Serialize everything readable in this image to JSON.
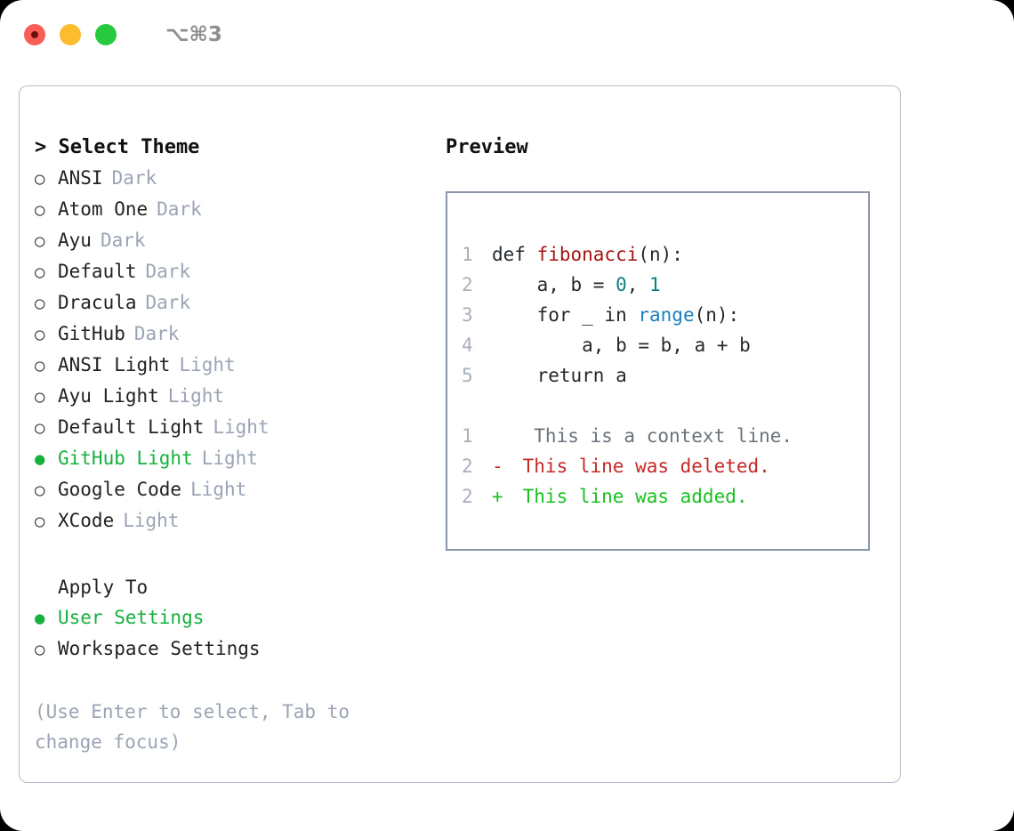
{
  "window": {
    "shortcut": "⌥⌘3",
    "traffic_lights": [
      "close",
      "minimize",
      "maximize"
    ],
    "colors": {
      "close": "#fa5d55",
      "minimize": "#fdbc2e",
      "maximize": "#27c93f",
      "accent_green": "#16b13f",
      "muted": "#9aa4b4",
      "border": "#b3bcc9",
      "preview_border": "#8b96a8"
    }
  },
  "theme_panel": {
    "title": "> Select Theme",
    "items": [
      {
        "bullet": "○",
        "name": "ANSI",
        "variant": "Dark",
        "selected": false
      },
      {
        "bullet": "○",
        "name": "Atom One",
        "variant": "Dark",
        "selected": false
      },
      {
        "bullet": "○",
        "name": "Ayu",
        "variant": "Dark",
        "selected": false
      },
      {
        "bullet": "○",
        "name": "Default",
        "variant": "Dark",
        "selected": false
      },
      {
        "bullet": "○",
        "name": "Dracula",
        "variant": "Dark",
        "selected": false
      },
      {
        "bullet": "○",
        "name": "GitHub",
        "variant": "Dark",
        "selected": false
      },
      {
        "bullet": "○",
        "name": "ANSI Light",
        "variant": "Light",
        "selected": false
      },
      {
        "bullet": "○",
        "name": "Ayu Light",
        "variant": "Light",
        "selected": false
      },
      {
        "bullet": "○",
        "name": "Default Light",
        "variant": "Light",
        "selected": false
      },
      {
        "bullet": "●",
        "name": "GitHub Light",
        "variant": "Light",
        "selected": true
      },
      {
        "bullet": "○",
        "name": "Google Code",
        "variant": "Light",
        "selected": false
      },
      {
        "bullet": "○",
        "name": "XCode",
        "variant": "Light",
        "selected": false
      }
    ]
  },
  "apply_to": {
    "heading": "Apply To",
    "items": [
      {
        "bullet": "●",
        "name": "User Settings",
        "selected": true
      },
      {
        "bullet": "○",
        "name": "Workspace Settings",
        "selected": false
      }
    ]
  },
  "hint": "(Use Enter to select, Tab to change focus)",
  "preview": {
    "title": "Preview",
    "code_lines": [
      {
        "num": "1",
        "tokens": [
          {
            "t": "def ",
            "c": "plain"
          },
          {
            "t": "fibonacci",
            "c": "fn"
          },
          {
            "t": "(n):",
            "c": "plain"
          }
        ]
      },
      {
        "num": "2",
        "tokens": [
          {
            "t": "    a, b = ",
            "c": "plain"
          },
          {
            "t": "0",
            "c": "num"
          },
          {
            "t": ", ",
            "c": "plain"
          },
          {
            "t": "1",
            "c": "num"
          }
        ]
      },
      {
        "num": "3",
        "tokens": [
          {
            "t": "    for _ in ",
            "c": "plain"
          },
          {
            "t": "range",
            "c": "call"
          },
          {
            "t": "(n):",
            "c": "plain"
          }
        ]
      },
      {
        "num": "4",
        "tokens": [
          {
            "t": "        a, b = b, a + b",
            "c": "plain"
          }
        ]
      },
      {
        "num": "5",
        "tokens": [
          {
            "t": "    return a",
            "c": "plain"
          }
        ]
      }
    ],
    "diff_lines": [
      {
        "num": "1",
        "marker": " ",
        "text": "  This is a context line.",
        "kind": "ctx"
      },
      {
        "num": "2",
        "marker": "-",
        "text": " This line was deleted.",
        "kind": "del"
      },
      {
        "num": "2",
        "marker": "+",
        "text": " This line was added.",
        "kind": "add"
      }
    ]
  }
}
